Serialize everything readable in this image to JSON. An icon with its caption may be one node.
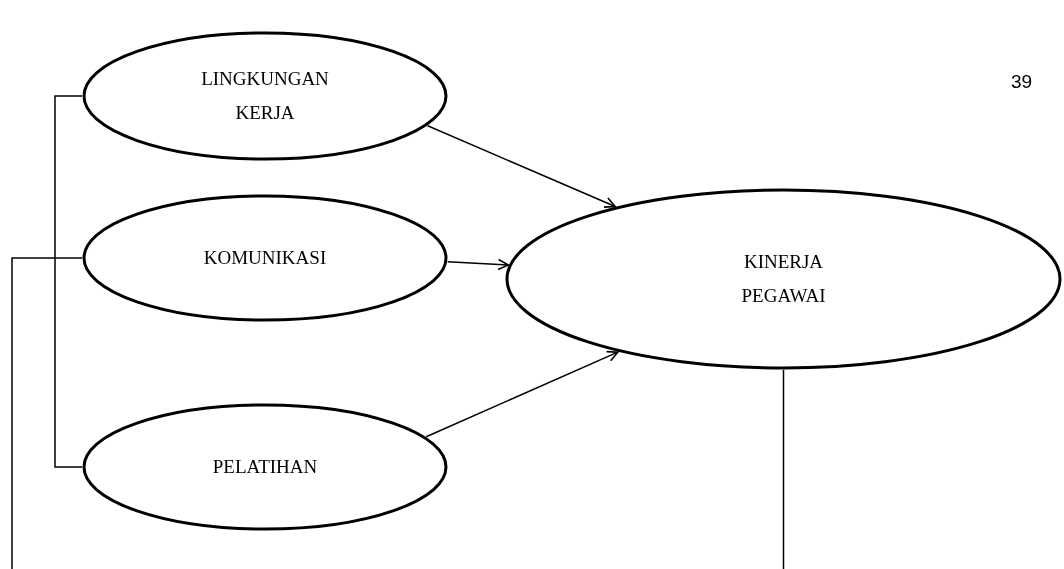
{
  "diagram": {
    "nodes": [
      {
        "text": [
          "LINGKUNGAN KERJA"
        ]
      },
      {
        "text": [
          "KOMUNIKASI"
        ]
      },
      {
        "text": [
          "PELATIHAN"
        ]
      },
      {
        "text": [
          "KINERJA PEGAWAI"
        ]
      }
    ],
    "edges": [
      {
        "from": 0,
        "to": 3,
        "arrow": "to"
      },
      {
        "from": 1,
        "to": 3,
        "arrow": "to"
      },
      {
        "from": 2,
        "to": 3,
        "arrow": "to"
      },
      {
        "from": 0,
        "to": 2,
        "arrow": "none"
      },
      {
        "from": 1,
        "to": null,
        "arrow": "none"
      },
      {
        "from": 3,
        "to": null,
        "arrow": "none"
      }
    ],
    "labels": [
      "39"
    ]
  }
}
